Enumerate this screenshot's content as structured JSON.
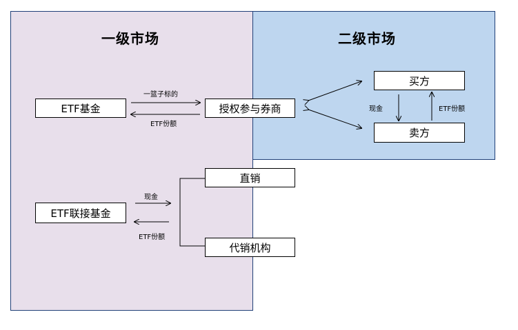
{
  "primary_market": {
    "title": "一级市场",
    "etf_fund": "ETF基金",
    "authorized_dealer": "授权参与券商",
    "label_basket": "一篮子标的",
    "label_etf_share_1": "ETF份额",
    "etf_feeder_fund": "ETF联接基金",
    "label_cash": "现金",
    "label_etf_share_2": "ETF份额",
    "direct_sales": "直销",
    "agency_sales": "代销机构"
  },
  "secondary_market": {
    "title": "二级市场",
    "buyer": "买方",
    "seller": "卖方",
    "label_cash": "现金",
    "label_etf_share": "ETF份额"
  },
  "colors": {
    "primary_bg": "#e8dfeb",
    "secondary_bg": "#bed6ef",
    "border": "#1f3f77"
  }
}
